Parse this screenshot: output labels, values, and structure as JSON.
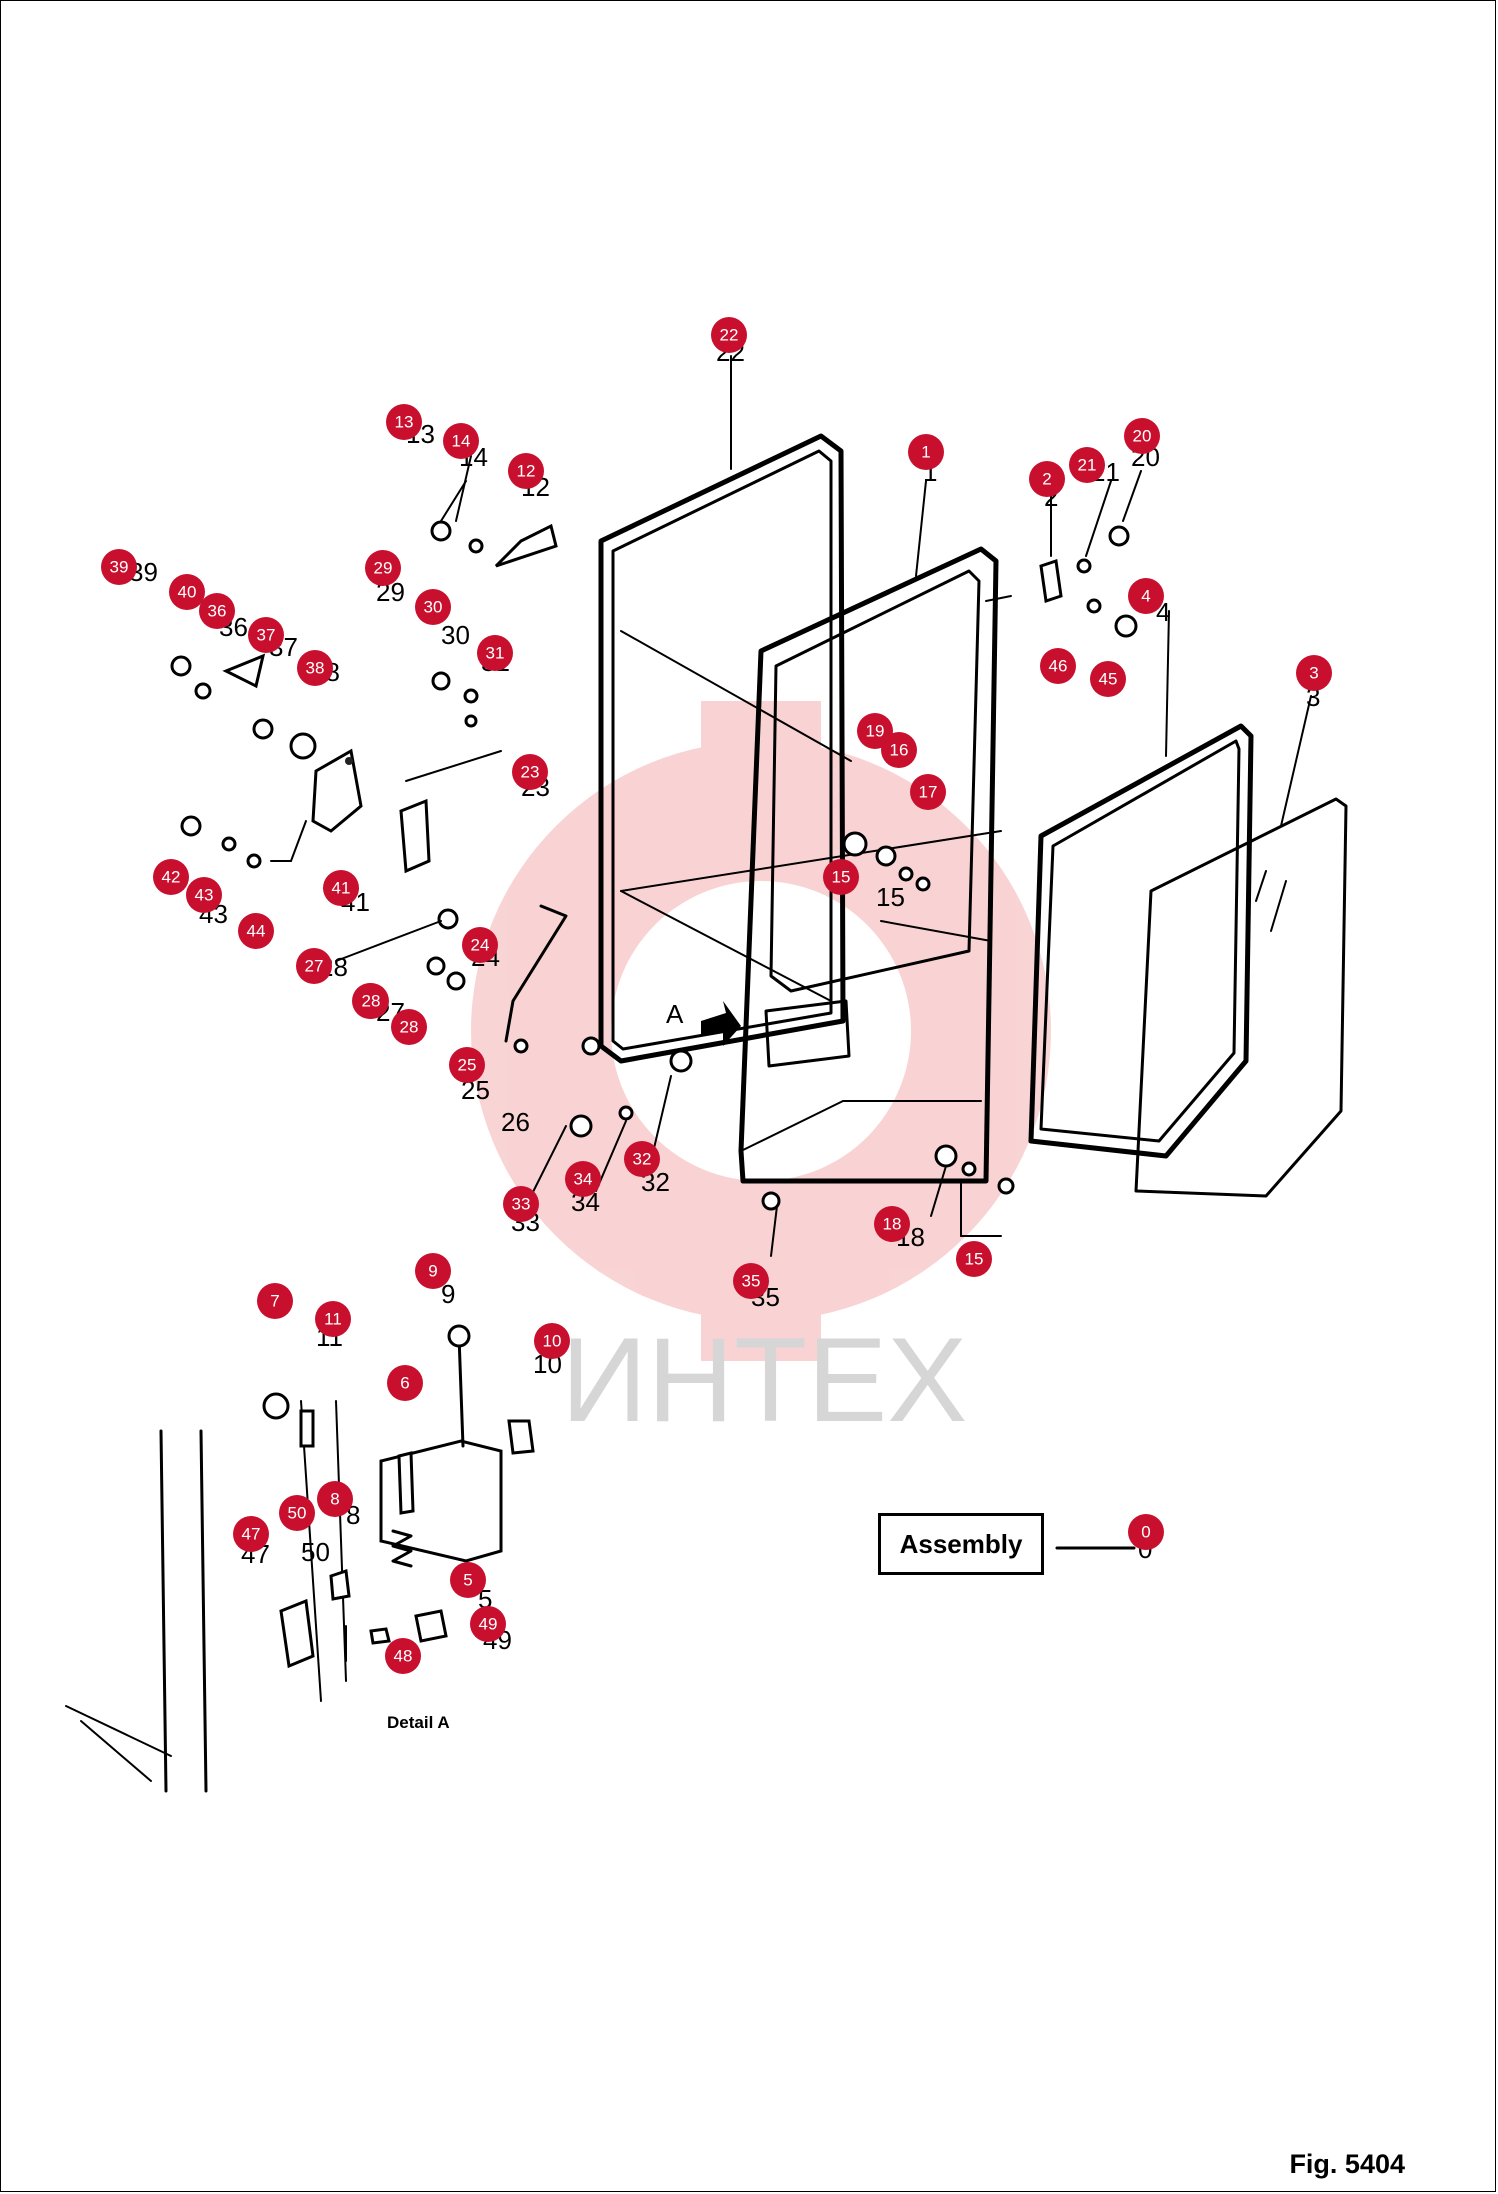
{
  "figure": {
    "label": "Fig. 5404"
  },
  "assembly": {
    "label": "Assembly",
    "callout": "0"
  },
  "detail": {
    "label": "Detail A"
  },
  "view_marker": {
    "label": "A"
  },
  "watermark": {
    "text": "ИНТЕХ"
  },
  "colors": {
    "callout": "#c8102e",
    "line": "#000000",
    "watermark_gear": "#f7c5c5",
    "watermark_text": "#d6d6d6"
  },
  "callouts": [
    {
      "n": "0"
    },
    {
      "n": "1"
    },
    {
      "n": "2"
    },
    {
      "n": "3"
    },
    {
      "n": "4"
    },
    {
      "n": "5"
    },
    {
      "n": "6"
    },
    {
      "n": "7"
    },
    {
      "n": "8"
    },
    {
      "n": "9"
    },
    {
      "n": "10"
    },
    {
      "n": "11"
    },
    {
      "n": "12"
    },
    {
      "n": "13"
    },
    {
      "n": "14"
    },
    {
      "n": "15"
    },
    {
      "n": "15"
    },
    {
      "n": "16"
    },
    {
      "n": "17"
    },
    {
      "n": "18"
    },
    {
      "n": "19"
    },
    {
      "n": "20"
    },
    {
      "n": "21"
    },
    {
      "n": "22"
    },
    {
      "n": "23"
    },
    {
      "n": "24"
    },
    {
      "n": "25"
    },
    {
      "n": "26"
    },
    {
      "n": "27"
    },
    {
      "n": "28"
    },
    {
      "n": "28"
    },
    {
      "n": "29"
    },
    {
      "n": "30"
    },
    {
      "n": "31"
    },
    {
      "n": "32"
    },
    {
      "n": "33"
    },
    {
      "n": "34"
    },
    {
      "n": "35"
    },
    {
      "n": "36"
    },
    {
      "n": "37"
    },
    {
      "n": "38"
    },
    {
      "n": "39"
    },
    {
      "n": "40"
    },
    {
      "n": "41"
    },
    {
      "n": "42"
    },
    {
      "n": "43"
    },
    {
      "n": "44"
    },
    {
      "n": "45"
    },
    {
      "n": "46"
    },
    {
      "n": "47"
    },
    {
      "n": "48"
    },
    {
      "n": "49"
    },
    {
      "n": "50"
    }
  ],
  "part_numbers": [
    "22",
    "1",
    "13",
    "14",
    "12",
    "2",
    "21",
    "20",
    "4",
    "3",
    "39",
    "36",
    "37",
    "38",
    "29",
    "30",
    "31",
    "23",
    "41",
    "43",
    "24",
    "28",
    "27",
    "25",
    "26",
    "15",
    "33",
    "34",
    "32",
    "35",
    "18",
    "9",
    "11",
    "10",
    "8",
    "47",
    "50",
    "5",
    "49",
    "0"
  ]
}
